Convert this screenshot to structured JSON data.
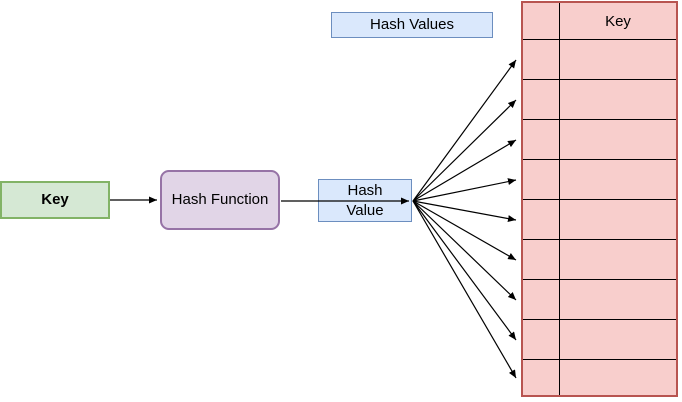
{
  "diagram": {
    "key_box": {
      "label": "Key"
    },
    "hash_function_box": {
      "label": "Hash Function"
    },
    "hash_value_box": {
      "line1": "Hash",
      "line2": "Value"
    },
    "hash_values_title": {
      "label": "Hash Values"
    },
    "table": {
      "header_label": "Key",
      "slot_count": 9
    },
    "colors": {
      "key_fill": "#d5e8d4",
      "key_stroke": "#82b366",
      "function_fill": "#e1d5e7",
      "function_stroke": "#9673a6",
      "value_fill": "#dae8fc",
      "value_stroke": "#6c8ebf",
      "table_fill": "#f8cecc",
      "table_stroke": "#b85450",
      "arrow": "#000000"
    }
  }
}
